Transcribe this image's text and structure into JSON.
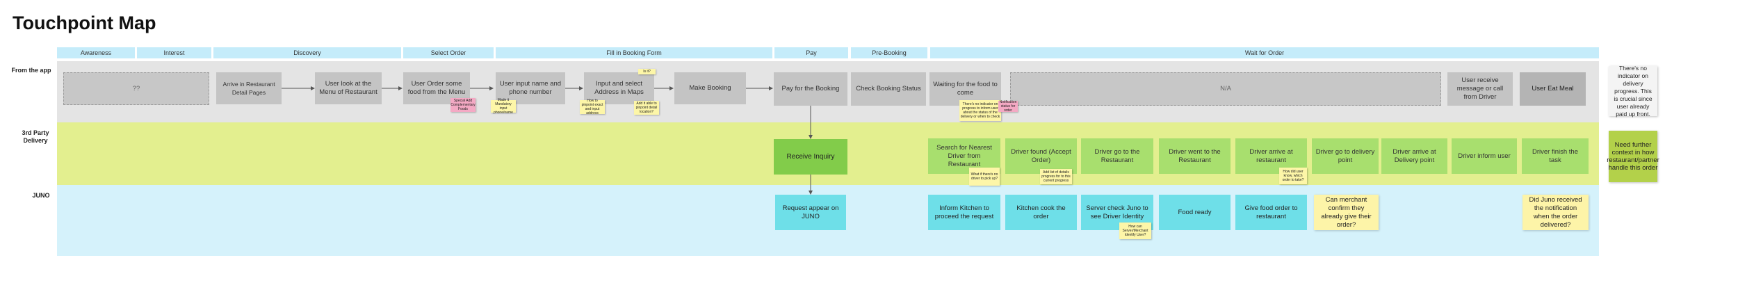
{
  "title": "Touchpoint Map",
  "lanes": {
    "app": "From the app",
    "third_party": "3rd Party Delivery",
    "juno": "JUNO"
  },
  "phases": [
    "Awareness",
    "Interest",
    "Discovery",
    "Select Order",
    "Fill in Booking Form",
    "Pay",
    "Pre-Booking",
    "Wait for Order"
  ],
  "app_steps": {
    "unknown": "??",
    "arrive": "Arrive in Restaurant Detail Pages",
    "menu": "User look at the Menu of Restaurant",
    "order": "User Order some food from the Menu",
    "name_phone": "User input name and phone number",
    "address": "Input and select Address in Maps",
    "make_booking": "Make Booking",
    "pay": "Pay for the Booking",
    "check_status": "Check Booking Status",
    "waiting": "Waiting for the food to come",
    "na": "N/A",
    "receive_msg": "User receive message or call from Driver",
    "eat": "User Eat Meal"
  },
  "third_party_steps": {
    "receive_inquiry": "Receive Inquiry",
    "search_driver": "Search for Nearest Driver from Restaurant",
    "driver_found": "Driver found (Accept Order)",
    "go_restaurant": "Driver go to the Restaurant",
    "went_restaurant": "Driver went to the Restaurant",
    "arrive_restaurant": "Driver arrive at restaurant",
    "go_delivery": "Driver go to delivery point",
    "arrive_delivery": "Driver arrive at Delivery point",
    "inform_user": "Driver inform user",
    "finish": "Driver finish the task"
  },
  "juno_steps": {
    "request": "Request appear on JUNO",
    "inform_kitchen": "Inform Kitchen to proceed the request",
    "cook": "Kitchen cook the order",
    "server_check": "Server check Juno to see Driver Identity",
    "food_ready": "Food ready",
    "give_food": "Give food order to restaurant",
    "merchant_confirm": "Can merchant confirm they already give their order?",
    "juno_received": "Did Juno received the notification when the order delivered?"
  },
  "notes": {
    "n_order": "Special Add Complementary Foods",
    "n_phone": "Made it Mandatory input phone/name",
    "n_addr1": "How to pinpoint exact and input address",
    "n_addr2": "Add it able to pinpoint detail location?",
    "n_tag": "Is it?",
    "n_wait1": "There's no indicator on progress to inform user about the status of the delivery or when to check",
    "n_wait2": "Notification status for order",
    "n_driver": "What if there's no driver to pick up?",
    "n_found": "Add list of details progress for to this current progress",
    "n_arrive": "How did user know, which order to take?",
    "n_server": "How can Server/Merchant Identify User?"
  },
  "side_notes": {
    "no_indicator": "There's no indicator on delivery progress. This is crucial since user already paid up front.",
    "further_context": "Need further context in how restaurant/partner handle this order"
  },
  "colors": {
    "lane_app": "#e4e4e4",
    "lane_third_party": "#e3ef8f",
    "lane_juno": "#d5f2fb",
    "phase": "#c5ecfa",
    "sticky_yellow": "#fdf6a8",
    "sticky_pink": "#f4a9c4"
  }
}
